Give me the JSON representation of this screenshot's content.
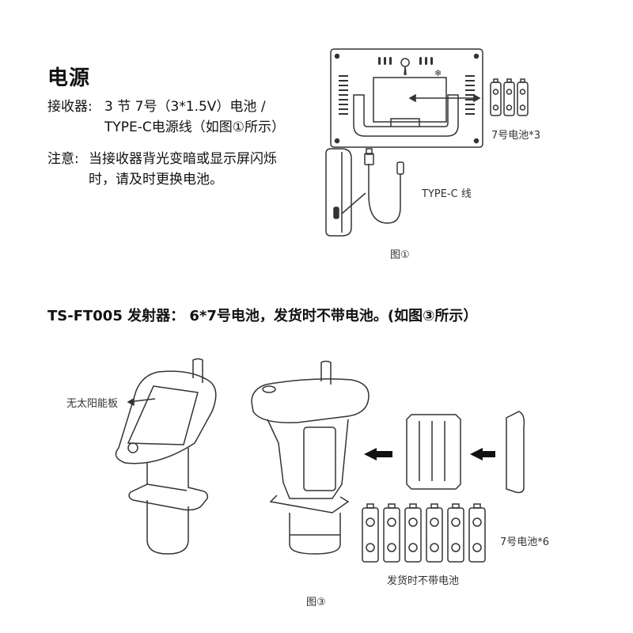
{
  "power": {
    "title": "电源",
    "receiver_label": "接收器:",
    "receiver_line1": "3 节 7号（3*1.5V）电池 /",
    "receiver_line2": "TYPE-C电源线（如图①所示）",
    "note_label": "注意:",
    "note_line1": "当接收器背光变暗或显示屏闪烁",
    "note_line2": "时，请及时更换电池。"
  },
  "figure1": {
    "battery_caption": "7号电池*3",
    "cable_caption": "TYPE-C 线",
    "figure_caption": "图①"
  },
  "transmitter": {
    "heading": "TS-FT005 发射器： 6*7号电池，发货时不带电池。(如图③所示）"
  },
  "figure3": {
    "solar_caption": "无太阳能板",
    "battery_caption": "7号电池*6",
    "no_battery_caption": "发货时不带电池",
    "figure_caption": "图③"
  }
}
